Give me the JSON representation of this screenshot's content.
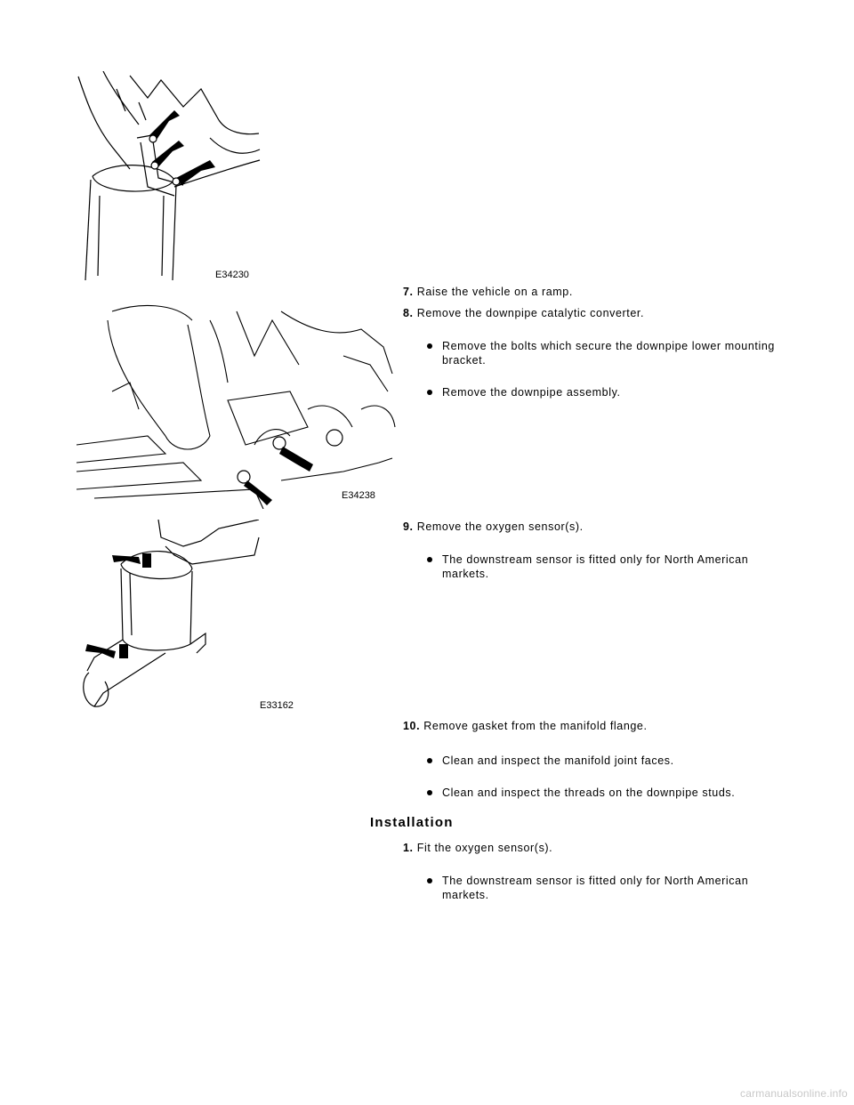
{
  "figures": [
    {
      "id": "fig1",
      "label": "E34230",
      "icon": "downpipe-bracket-arrows-illustration"
    },
    {
      "id": "fig2",
      "label": "E34238",
      "icon": "downpipe-mounting-bolts-illustration"
    },
    {
      "id": "fig3",
      "label": "E33162",
      "icon": "oxygen-sensor-catalytic-converter-illustration"
    }
  ],
  "steps": [
    {
      "num": "7.",
      "text": "Raise the vehicle on a ramp.",
      "bullets": []
    },
    {
      "num": "8.",
      "text": "Remove the downpipe catalytic converter.",
      "bullets": [
        "Remove the bolts which secure the downpipe lower mounting bracket.",
        "Remove the downpipe assembly."
      ]
    },
    {
      "num": "9.",
      "text": "Remove the oxygen sensor(s).",
      "bullets": [
        "The downstream sensor is fitted only for North American markets."
      ]
    },
    {
      "num": "10.",
      "text": "Remove gasket from the manifold flange.",
      "bullets": [
        "Clean and inspect the manifold joint faces.",
        "Clean and inspect the threads on the downpipe studs."
      ]
    }
  ],
  "installation": {
    "heading": "Installation",
    "steps": [
      {
        "num": "1.",
        "text": "Fit the oxygen sensor(s).",
        "bullets": [
          "The downstream sensor is fitted only for North American markets."
        ]
      }
    ]
  },
  "watermark": "carmanualsonline.info"
}
